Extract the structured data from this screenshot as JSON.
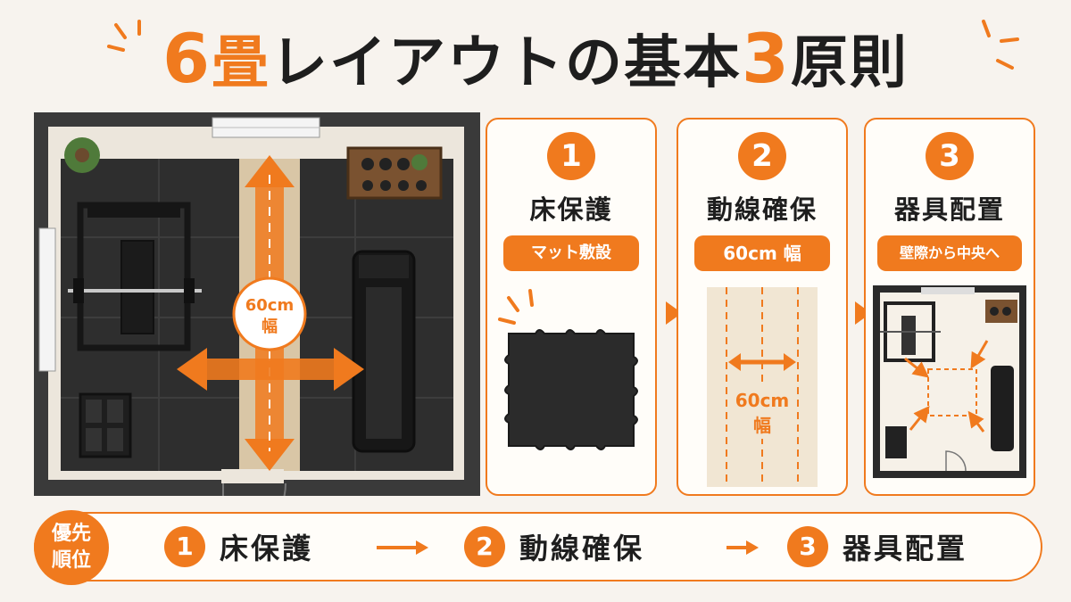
{
  "title": {
    "num1": "6",
    "part1": "畳",
    "part2": "レイアウトの基本",
    "num2": "3",
    "part3": "原則"
  },
  "room": {
    "width_label": "60cm",
    "width_label2": "幅"
  },
  "cards": [
    {
      "number": "1",
      "heading": "床保護",
      "pill": "マット敷設"
    },
    {
      "number": "2",
      "heading": "動線確保",
      "pill": "60cm 幅",
      "ill_label": "60cm",
      "ill_label2": "幅"
    },
    {
      "number": "3",
      "heading": "器具配置",
      "pill": "壁際から中央へ"
    }
  ],
  "priority": {
    "badge_line1": "優先",
    "badge_line2": "順位",
    "steps": [
      {
        "number": "1",
        "label": "床保護"
      },
      {
        "number": "2",
        "label": "動線確保"
      },
      {
        "number": "3",
        "label": "器具配置"
      }
    ]
  },
  "colors": {
    "accent": "#f07a1e",
    "floor": "#2e2e2e",
    "wall": "#3a3a3a"
  }
}
